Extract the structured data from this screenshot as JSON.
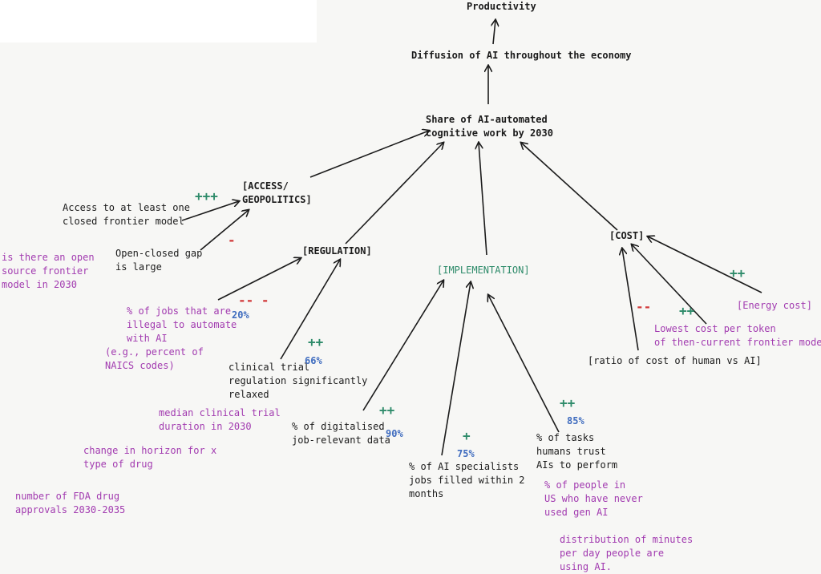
{
  "nodes": {
    "productivity": "Productivity",
    "diffusion": "Diffusion of AI throughout the economy",
    "share": "Share of AI-automated\ncognitive work by 2030",
    "access": "[ACCESS/\nGEOPOLITICS]",
    "regulation": "[REGULATION]",
    "implementation": "[IMPLEMENTATION]",
    "cost": "[COST]",
    "access_frontier": "Access to at least one\nclosed frontier model",
    "open_closed_gap": "Open-closed gap\nis large",
    "jobs_illegal": "% of jobs that are\nillegal to automate\nwith AI",
    "clinical_trial": "clinical trial\nregulation significantly\nrelaxed",
    "digitalised": "% of digitalised\njob-relevant data",
    "ai_specialists": "% of AI specialists\njobs filled within 2\nmonths",
    "tasks_trust": "% of tasks\nhumans trust\nAIs to perform",
    "ratio_cost": "[ratio of cost of human vs AI]"
  },
  "annotations": {
    "open_source": "is there an open\nsource frontier\nmodel in 2030",
    "naics": "(e.g., percent of\nNAICS codes)",
    "median_trial": "median clinical trial\nduration in 2030",
    "horizon": "change in horizon for x\ntype of drug",
    "fda": "number of FDA drug\napprovals 2030-2035",
    "never_used": "% of people in\nUS who have never\nused gen AI",
    "minutes": "distribution of minutes\nper day people are\nusing AI.",
    "lowest_cost": "Lowest cost per token\nof then-current frontier models",
    "energy_cost": "[Energy cost]"
  },
  "values": {
    "jobs_illegal_pct": "20%",
    "clinical_trial_pct": "66%",
    "digitalised_pct": "90%",
    "ai_specialists_pct": "75%",
    "tasks_trust_pct": "85%"
  },
  "signs": {
    "access_frontier": "+++",
    "open_closed_gap": "-",
    "jobs_illegal": "-- -",
    "clinical_trial": "++",
    "digitalised": "++",
    "ai_specialists": "+",
    "tasks_trust": "++",
    "ratio_cost": "--",
    "lowest_cost": "++",
    "energy_cost": "++"
  },
  "colors": {
    "text": "#1b1b1b",
    "annotation": "#a23bb0",
    "percent": "#3f6cbf",
    "positive": "#2e8b6a",
    "negative": "#d23b3b",
    "implementation_label": "#2e8b6a"
  }
}
